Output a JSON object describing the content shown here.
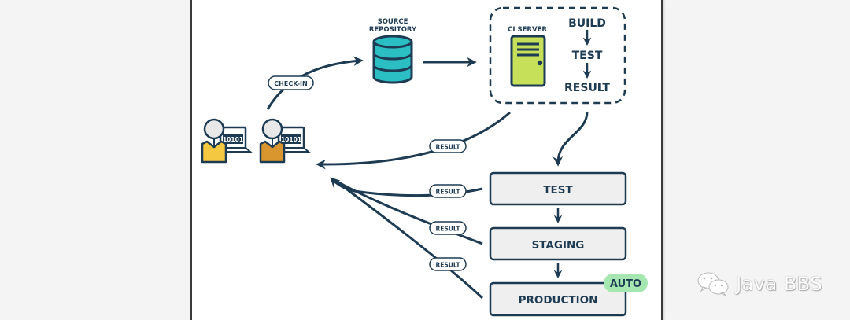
{
  "diagram": {
    "source_repository": {
      "line1": "SOURCE",
      "line2": "REPOSITORY"
    },
    "check_in_label": "CHECK-IN",
    "ci_server": {
      "label": "CI SERVER",
      "steps": [
        "BUILD",
        "TEST",
        "RESULT"
      ]
    },
    "developers": [
      {
        "screen_text": "10101",
        "shirt_color": "#f5c842"
      },
      {
        "screen_text": "10101",
        "shirt_color": "#d9962f"
      }
    ],
    "result_labels": [
      "RESULT",
      "RESULT",
      "RESULT",
      "RESULT"
    ],
    "pipeline": {
      "stages": [
        "TEST",
        "STAGING",
        "PRODUCTION"
      ],
      "auto_badge": "AUTO"
    },
    "colors": {
      "ink": "#1d3b53",
      "repository": "#2bbfc4",
      "server": "#c6e05a",
      "stage_fill": "#efefef",
      "auto_badge": "#a6e6b0"
    }
  },
  "watermark": {
    "text": "Java BBS",
    "icon": "wechat-icon"
  }
}
